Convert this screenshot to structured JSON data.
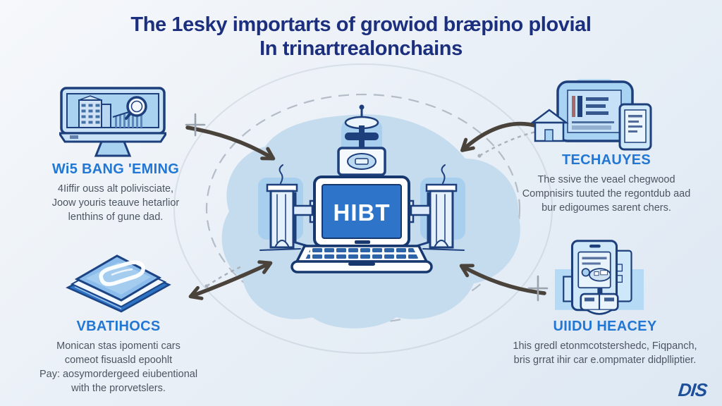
{
  "title": {
    "line1": "The 1esky importarts of growiod bræpino plovial",
    "line2": "In trinartrealonchains"
  },
  "center": {
    "laptop_label": "HIBT",
    "icons": [
      "laptop-icon",
      "antenna-icon",
      "pillar-icon-left",
      "pillar-icon-right"
    ]
  },
  "quadrants": {
    "top_left": {
      "icon": "monitor-analytics-icon",
      "heading": "Wi5 BANG 'EMING",
      "lines": [
        "4Iiffir ouss alt polivisciate,",
        "Joow youris teauve hetarlior",
        "lenthins of gune dad."
      ]
    },
    "top_right": {
      "icon": "document-phone-icon",
      "heading": "TECHAUYES",
      "lines": [
        "The ssive the veael chegwood",
        "Compnisirs tuuted the regontdub aad",
        "bur edigoumes sarent chers."
      ]
    },
    "bottom_left": {
      "icon": "book-icon",
      "heading": "VBATIHOCS",
      "lines": [
        "Monican stas ipomenti cars",
        "comeot fisuasld epoohlt",
        "Pay: aosymordergeed eiubentional",
        "with the prorvetslers."
      ]
    },
    "bottom_right": {
      "icon": "device-machine-icon",
      "heading": "UIIDU HEACEY",
      "lines": [
        "1his gredl etonmcotstershedc, Fiqpanch,",
        "bris grrat ihir car e.ompmater didplliptier."
      ]
    }
  },
  "logo": {
    "text": "DIS"
  },
  "decorations": {
    "arrows": [
      "curve-arrow-down-right",
      "curve-arrow-down-left",
      "curve-arrow-double",
      "curve-arrow-up-left"
    ],
    "shapes": [
      "dashed-ellipse",
      "cloud-blob",
      "plus-cross-left",
      "plus-cross-right"
    ]
  },
  "colors": {
    "title": "#1c2e7e",
    "heading_blue": "#2277d4",
    "body_text": "#4d5562",
    "outline_navy": "#1d3f7c",
    "screen_blue": "#2e74c8",
    "blob": "#c5dcee",
    "pill_background": "#a9cfef",
    "arrow": "#4a433b",
    "logo_blue": "#1d4f9a"
  }
}
